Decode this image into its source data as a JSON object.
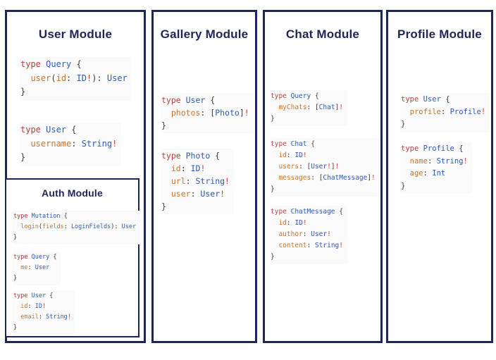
{
  "colors": {
    "navy": "#1e2557",
    "kw": "#b0453f",
    "type": "#2e5cb4",
    "field": "#c9742e",
    "punct": "#3d3d3d",
    "bang": "#c4423a",
    "code_bg": "#fafafb"
  },
  "modules": [
    {
      "name": "user-module",
      "title": "User Module",
      "blocks": [
        [
          [
            [
              "kw",
              "type "
            ],
            [
              "type",
              "Query "
            ],
            [
              "punct",
              "{"
            ]
          ],
          [
            [
              "punct",
              "  "
            ],
            [
              "field",
              "user"
            ],
            [
              "punct",
              "("
            ],
            [
              "field",
              "id"
            ],
            [
              "punct",
              ": "
            ],
            [
              "type",
              "ID"
            ],
            [
              "bang",
              "!"
            ],
            [
              "punct",
              "): "
            ],
            [
              "type",
              "User"
            ]
          ],
          [
            [
              "punct",
              "}"
            ]
          ]
        ],
        [
          [
            [
              "kw",
              "type "
            ],
            [
              "type",
              "User "
            ],
            [
              "punct",
              "{"
            ]
          ],
          [
            [
              "punct",
              "  "
            ],
            [
              "field",
              "username"
            ],
            [
              "punct",
              ": "
            ],
            [
              "type",
              "String"
            ],
            [
              "bang",
              "!"
            ]
          ],
          [
            [
              "punct",
              "}"
            ]
          ]
        ]
      ]
    },
    {
      "name": "auth-module",
      "title": "Auth Module",
      "blocks": [
        [
          [
            [
              "kw",
              "type "
            ],
            [
              "type",
              "Mutation "
            ],
            [
              "punct",
              "{"
            ]
          ],
          [
            [
              "punct",
              "  "
            ],
            [
              "field",
              "login"
            ],
            [
              "punct",
              "("
            ],
            [
              "field",
              "fields"
            ],
            [
              "punct",
              ": "
            ],
            [
              "type",
              "LoginFields"
            ],
            [
              "punct",
              "): "
            ],
            [
              "type",
              "User"
            ]
          ],
          [
            [
              "punct",
              "}"
            ]
          ]
        ],
        [
          [
            [
              "kw",
              "type "
            ],
            [
              "type",
              "Query "
            ],
            [
              "punct",
              "{"
            ]
          ],
          [
            [
              "punct",
              "  "
            ],
            [
              "field",
              "me"
            ],
            [
              "punct",
              ": "
            ],
            [
              "type",
              "User"
            ]
          ],
          [
            [
              "punct",
              "}"
            ]
          ]
        ],
        [
          [
            [
              "kw",
              "type "
            ],
            [
              "type",
              "User "
            ],
            [
              "punct",
              "{"
            ]
          ],
          [
            [
              "punct",
              "  "
            ],
            [
              "field",
              "id"
            ],
            [
              "punct",
              ": "
            ],
            [
              "type",
              "ID"
            ],
            [
              "bang",
              "!"
            ]
          ],
          [
            [
              "punct",
              "  "
            ],
            [
              "field",
              "email"
            ],
            [
              "punct",
              ": "
            ],
            [
              "type",
              "String"
            ],
            [
              "bang",
              "!"
            ]
          ],
          [
            [
              "punct",
              "}"
            ]
          ]
        ]
      ]
    },
    {
      "name": "gallery-module",
      "title": "Gallery Module",
      "blocks": [
        [
          [
            [
              "kw",
              "type "
            ],
            [
              "type",
              "User "
            ],
            [
              "punct",
              "{"
            ]
          ],
          [
            [
              "punct",
              "  "
            ],
            [
              "field",
              "photos"
            ],
            [
              "punct",
              ": ["
            ],
            [
              "type",
              "Photo"
            ],
            [
              "punct",
              "]"
            ],
            [
              "bang",
              "!"
            ]
          ],
          [
            [
              "punct",
              "}"
            ]
          ]
        ],
        [
          [
            [
              "kw",
              "type "
            ],
            [
              "type",
              "Photo "
            ],
            [
              "punct",
              "{"
            ]
          ],
          [
            [
              "punct",
              "  "
            ],
            [
              "field",
              "id"
            ],
            [
              "punct",
              ": "
            ],
            [
              "type",
              "ID"
            ],
            [
              "bang",
              "!"
            ]
          ],
          [
            [
              "punct",
              "  "
            ],
            [
              "field",
              "url"
            ],
            [
              "punct",
              ": "
            ],
            [
              "type",
              "String"
            ],
            [
              "bang",
              "!"
            ]
          ],
          [
            [
              "punct",
              "  "
            ],
            [
              "field",
              "user"
            ],
            [
              "punct",
              ": "
            ],
            [
              "type",
              "User"
            ],
            [
              "bang",
              "!"
            ]
          ],
          [
            [
              "punct",
              "}"
            ]
          ]
        ]
      ]
    },
    {
      "name": "chat-module",
      "title": "Chat Module",
      "blocks": [
        [
          [
            [
              "kw",
              "type "
            ],
            [
              "type",
              "Query "
            ],
            [
              "punct",
              "{"
            ]
          ],
          [
            [
              "punct",
              "  "
            ],
            [
              "field",
              "myChats"
            ],
            [
              "punct",
              ": ["
            ],
            [
              "type",
              "Chat"
            ],
            [
              "punct",
              "]"
            ],
            [
              "bang",
              "!"
            ]
          ],
          [
            [
              "punct",
              "}"
            ]
          ]
        ],
        [
          [
            [
              "kw",
              "type "
            ],
            [
              "type",
              "Chat "
            ],
            [
              "punct",
              "{"
            ]
          ],
          [
            [
              "punct",
              "  "
            ],
            [
              "field",
              "id"
            ],
            [
              "punct",
              ": "
            ],
            [
              "type",
              "ID"
            ],
            [
              "bang",
              "!"
            ]
          ],
          [
            [
              "punct",
              "  "
            ],
            [
              "field",
              "users"
            ],
            [
              "punct",
              ": ["
            ],
            [
              "type",
              "User"
            ],
            [
              "bang",
              "!"
            ],
            [
              "punct",
              "]"
            ],
            [
              "bang",
              "!"
            ]
          ],
          [
            [
              "punct",
              "  "
            ],
            [
              "field",
              "messages"
            ],
            [
              "punct",
              ": ["
            ],
            [
              "type",
              "ChatMessage"
            ],
            [
              "punct",
              "]"
            ],
            [
              "bang",
              "!"
            ]
          ],
          [
            [
              "punct",
              "}"
            ]
          ]
        ],
        [
          [
            [
              "kw",
              "type "
            ],
            [
              "type",
              "ChatMessage "
            ],
            [
              "punct",
              "{"
            ]
          ],
          [
            [
              "punct",
              "  "
            ],
            [
              "field",
              "id"
            ],
            [
              "punct",
              ": "
            ],
            [
              "type",
              "ID"
            ],
            [
              "bang",
              "!"
            ]
          ],
          [
            [
              "punct",
              "  "
            ],
            [
              "field",
              "author"
            ],
            [
              "punct",
              ": "
            ],
            [
              "type",
              "User"
            ],
            [
              "bang",
              "!"
            ]
          ],
          [
            [
              "punct",
              "  "
            ],
            [
              "field",
              "content"
            ],
            [
              "punct",
              ": "
            ],
            [
              "type",
              "String"
            ],
            [
              "bang",
              "!"
            ]
          ],
          [
            [
              "punct",
              "}"
            ]
          ]
        ]
      ]
    },
    {
      "name": "profile-module",
      "title": "Profile Module",
      "blocks": [
        [
          [
            [
              "kw",
              "type "
            ],
            [
              "type",
              "User "
            ],
            [
              "punct",
              "{"
            ]
          ],
          [
            [
              "punct",
              "  "
            ],
            [
              "field",
              "profile"
            ],
            [
              "punct",
              ": "
            ],
            [
              "type",
              "Profile"
            ],
            [
              "bang",
              "!"
            ]
          ],
          [
            [
              "punct",
              "}"
            ]
          ]
        ],
        [
          [
            [
              "kw",
              "type "
            ],
            [
              "type",
              "Profile "
            ],
            [
              "punct",
              "{"
            ]
          ],
          [
            [
              "punct",
              "  "
            ],
            [
              "field",
              "name"
            ],
            [
              "punct",
              ": "
            ],
            [
              "type",
              "String"
            ],
            [
              "bang",
              "!"
            ]
          ],
          [
            [
              "punct",
              "  "
            ],
            [
              "field",
              "age"
            ],
            [
              "punct",
              ": "
            ],
            [
              "type",
              "Int"
            ]
          ],
          [
            [
              "punct",
              "}"
            ]
          ]
        ]
      ]
    }
  ]
}
